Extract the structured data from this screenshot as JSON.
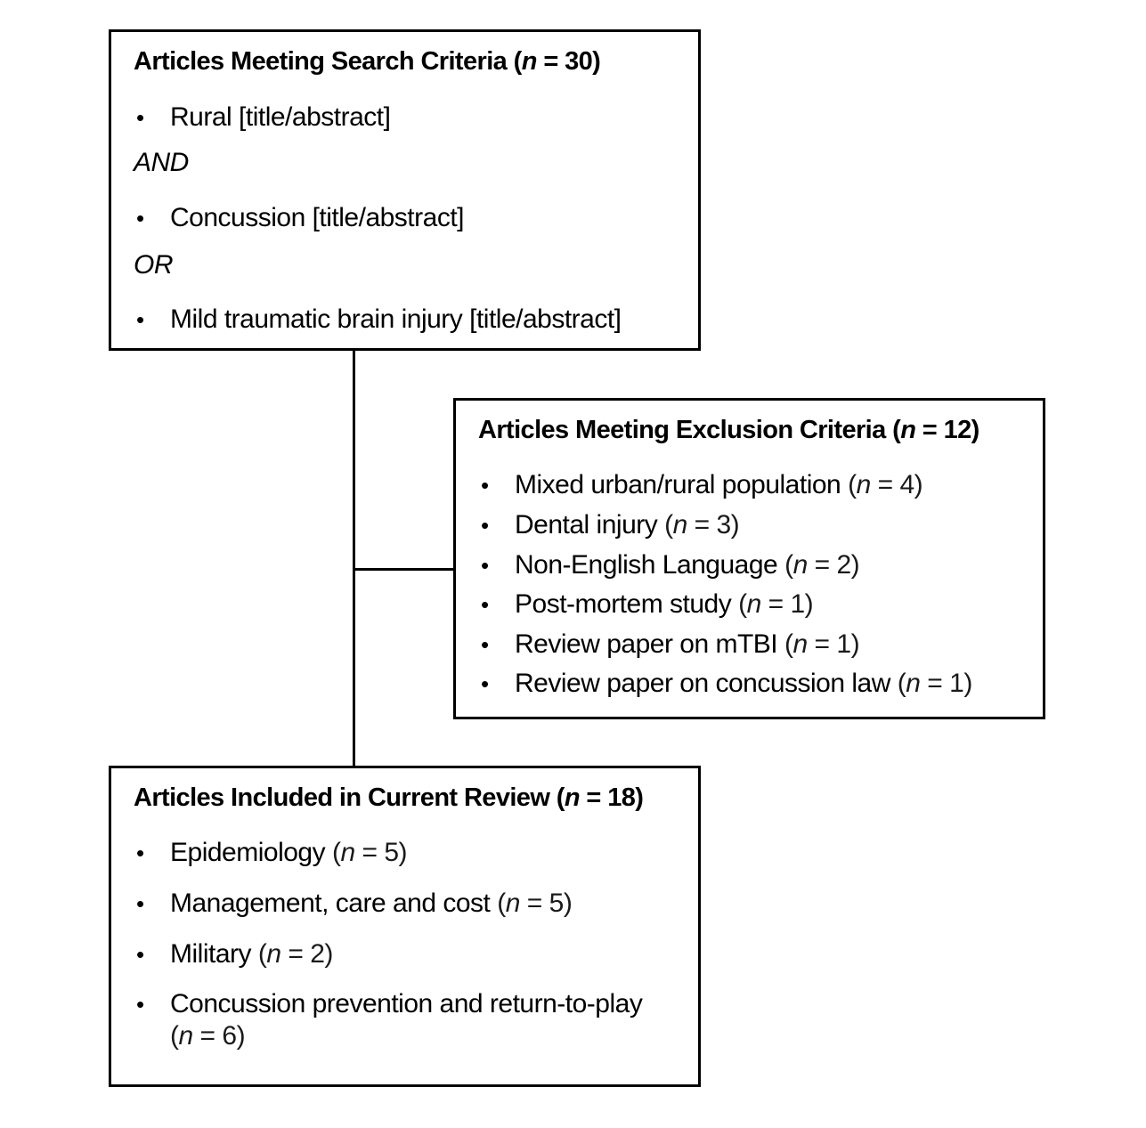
{
  "search_box": {
    "title": "Articles Meeting Search Criteria",
    "count_var": "n",
    "count_value": "= 30",
    "items": [
      {
        "text": "Rural [title/abstract]"
      },
      {
        "connector": "AND"
      },
      {
        "text": "Concussion [title/abstract]"
      },
      {
        "connector": "OR"
      },
      {
        "text": "Mild traumatic brain injury [title/abstract]"
      }
    ]
  },
  "exclusion_box": {
    "title": "Articles Meeting Exclusion Criteria",
    "count_var": "n",
    "count_value": "= 12",
    "items": [
      {
        "text": "Mixed urban/rural population",
        "count": "= 4"
      },
      {
        "text": "Dental injury",
        "count": "= 3"
      },
      {
        "text": "Non-English Language",
        "count": "= 2"
      },
      {
        "text": "Post-mortem study",
        "count": "= 1"
      },
      {
        "text": "Review paper on mTBI",
        "count": "= 1"
      },
      {
        "text": "Review paper on concussion law",
        "count": "= 1"
      }
    ]
  },
  "included_box": {
    "title": "Articles Included in Current Review",
    "count_var": "n",
    "count_value": "= 18",
    "items": [
      {
        "text": "Epidemiology",
        "count": "= 5"
      },
      {
        "text": "Management, care and cost",
        "count": "= 5"
      },
      {
        "text": "Military",
        "count": "= 2"
      },
      {
        "text": "Concussion prevention and return-to-play",
        "count": "= 6"
      }
    ]
  },
  "bullet_char": "•"
}
